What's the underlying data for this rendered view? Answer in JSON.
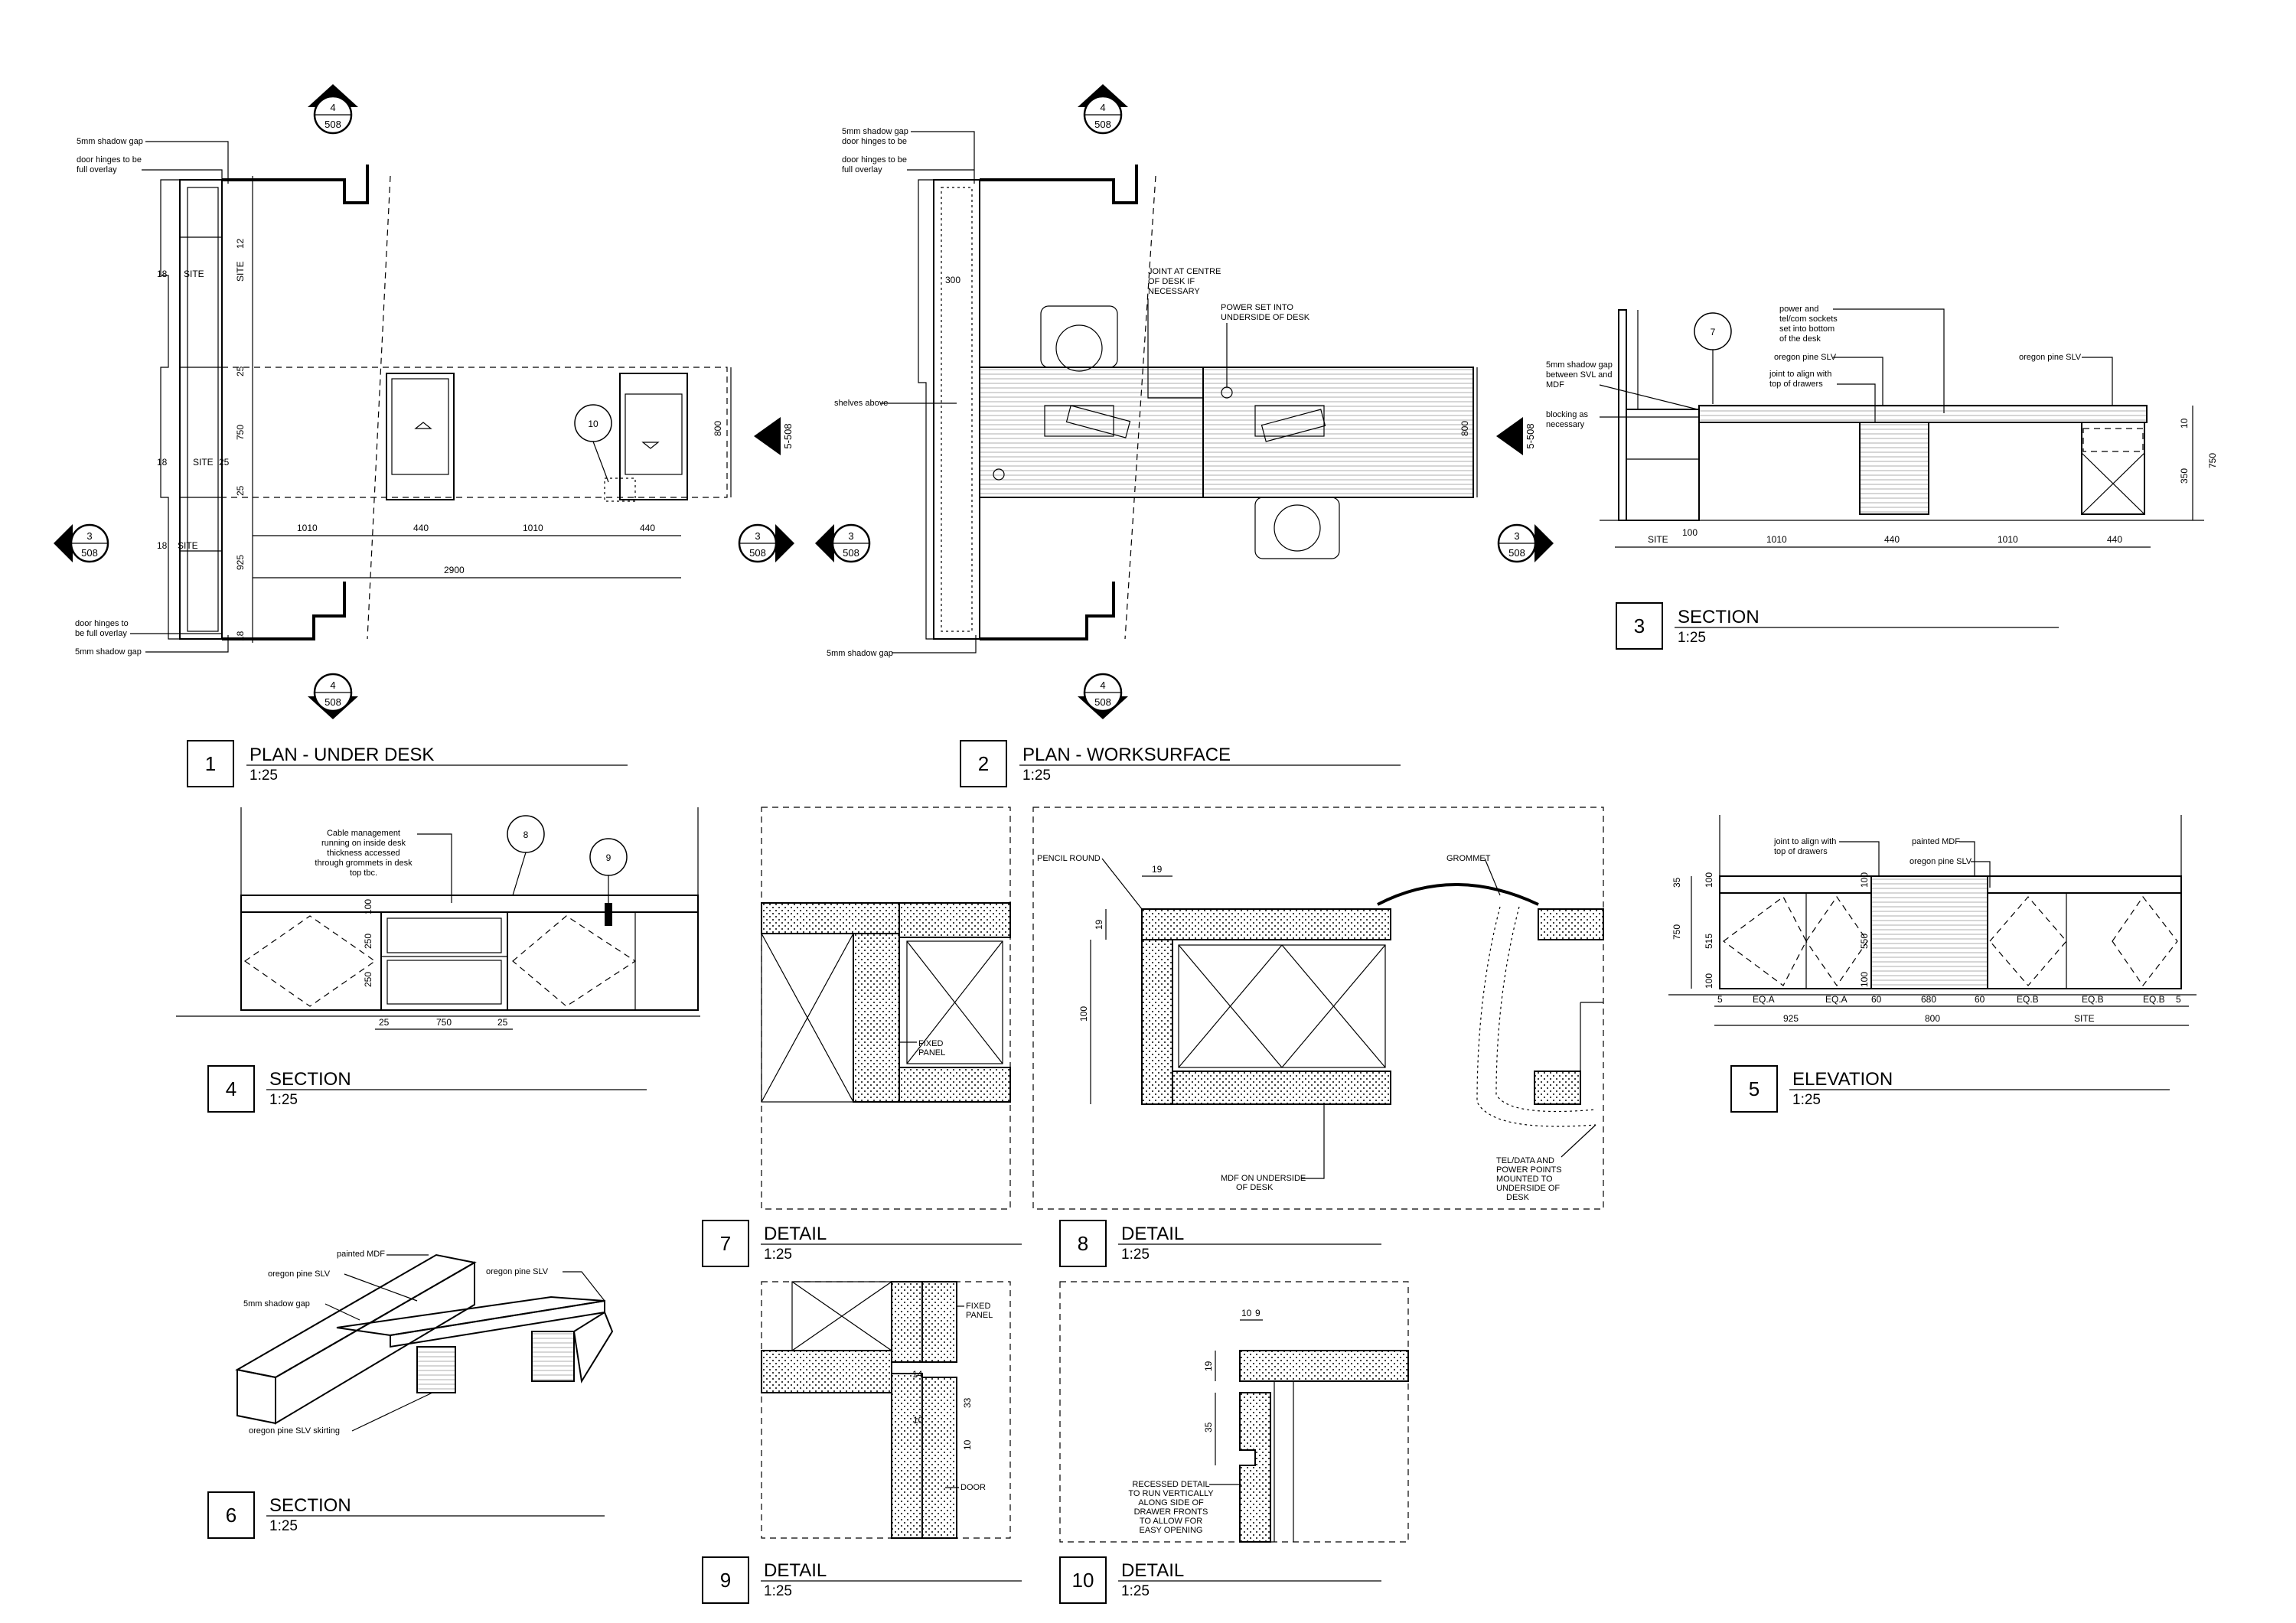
{
  "views": [
    {
      "num": "1",
      "title": "PLAN - UNDER DESK",
      "scale": "1:25"
    },
    {
      "num": "2",
      "title": "PLAN - WORKSURFACE",
      "scale": "1:25"
    },
    {
      "num": "3",
      "title": "SECTION",
      "scale": "1:25"
    },
    {
      "num": "4",
      "title": "SECTION",
      "scale": "1:25"
    },
    {
      "num": "5",
      "title": "ELEVATION",
      "scale": "1:25"
    },
    {
      "num": "6",
      "title": "SECTION",
      "scale": "1:25"
    },
    {
      "num": "7",
      "title": "DETAIL",
      "scale": "1:25"
    },
    {
      "num": "8",
      "title": "DETAIL",
      "scale": "1:25"
    },
    {
      "num": "9",
      "title": "DETAIL",
      "scale": "1:25"
    },
    {
      "num": "10",
      "title": "DETAIL",
      "scale": "1:25"
    }
  ],
  "section_marks": {
    "top": "4",
    "bottom": "508",
    "side_left": "3",
    "side_ref": "5-508"
  },
  "detail_bubbles": {
    "b10": "10",
    "b7": "7",
    "b8": "8",
    "b9": "9"
  },
  "plan1": {
    "shadow_gap": "5mm shadow gap",
    "hinges_1": "door hinges to be",
    "hinges_2": "full overlay",
    "hinges_b1": "door hinges to",
    "hinges_b2": "be full overlay",
    "site": "SITE",
    "d18": "18",
    "d12": "12",
    "d25": "25",
    "d750": "750",
    "d925": "925",
    "d800": "800",
    "d1010": "1010",
    "d440": "440",
    "d2900": "2900"
  },
  "plan2": {
    "shadow_gap": "5mm shadow gap",
    "hinges_1": "door hinges to be",
    "hinges_2": "full overlay",
    "d300": "300",
    "joint_1": "JOINT AT CENTRE",
    "joint_2": "OF DESK IF",
    "joint_3": "NECESSARY",
    "power_1": "POWER SET INTO",
    "power_2": "UNDERSIDE OF DESK",
    "shelves": "shelves above",
    "d800": "800"
  },
  "sec3": {
    "shadow_1": "5mm shadow gap",
    "shadow_2": "between SVL and",
    "shadow_3": "MDF",
    "blocking_1": "blocking as",
    "blocking_2": "necessary",
    "power_1": "power and",
    "power_2": "tel/com sockets",
    "power_3": "set into bottom",
    "power_4": "of the desk",
    "pine": "oregon pine SLV",
    "joint_1": "joint to align with",
    "joint_2": "top of drawers",
    "pine2": "oregon pine SLV",
    "site": "SITE",
    "d100": "100",
    "d1010": "1010",
    "d440": "440",
    "d1010b": "1010",
    "d440b": "440",
    "d750": "750",
    "d350": "350",
    "d10": "10"
  },
  "sec4": {
    "cable_1": "Cable management",
    "cable_2": "running on inside desk",
    "cable_3": "thickness accessed",
    "cable_4": "through grommets in desk",
    "cable_5": "top tbc.",
    "d25": "25",
    "d750": "750",
    "d250": "250",
    "d100": "100"
  },
  "elev5": {
    "joint_1": "joint to align with",
    "joint_2": "top of drawers",
    "mdf": "painted MDF",
    "pine": "oregon pine SLV",
    "d925": "925",
    "d800": "800",
    "site": "SITE",
    "eqa": "EQ.A",
    "eqb": "EQ.B",
    "d5": "5",
    "d60": "60",
    "d680": "680",
    "d750": "750",
    "d515": "515",
    "d550": "550",
    "d100": "100",
    "d35": "35"
  },
  "sec6": {
    "mdf": "painted MDF",
    "pine1": "oregon pine SLV",
    "gap": "5mm shadow gap",
    "pine2": "oregon pine SLV",
    "skirt": "oregon pine SLV skirting"
  },
  "det7": {
    "fixed_1": "FIXED",
    "fixed_2": "PANEL"
  },
  "det8": {
    "pencil": "PENCIL ROUND",
    "grommet": "GROMMET",
    "mdf_1": "MDF ON UNDERSIDE",
    "mdf_2": "OF DESK",
    "tel_1": "TEL/DATA AND",
    "tel_2": "POWER POINTS",
    "tel_3": "MOUNTED TO",
    "tel_4": "UNDERSIDE OF",
    "tel_5": "DESK",
    "d19": "19",
    "d19b": "19",
    "d100": "100"
  },
  "det9": {
    "fixed_1": "FIXED",
    "fixed_2": "PANEL",
    "door": "DOOR",
    "d14": "14",
    "d33": "33",
    "d10": "10",
    "d10b": "10"
  },
  "det10": {
    "d10": "10",
    "d9": "9",
    "d19": "19",
    "d35": "35",
    "rec_1": "RECESSED DETAIL",
    "rec_2": "TO RUN VERTICALLY",
    "rec_3": "ALONG SIDE OF",
    "rec_4": "DRAWER FRONTS",
    "rec_5": "TO ALLOW FOR",
    "rec_6": "EASY OPENING"
  }
}
